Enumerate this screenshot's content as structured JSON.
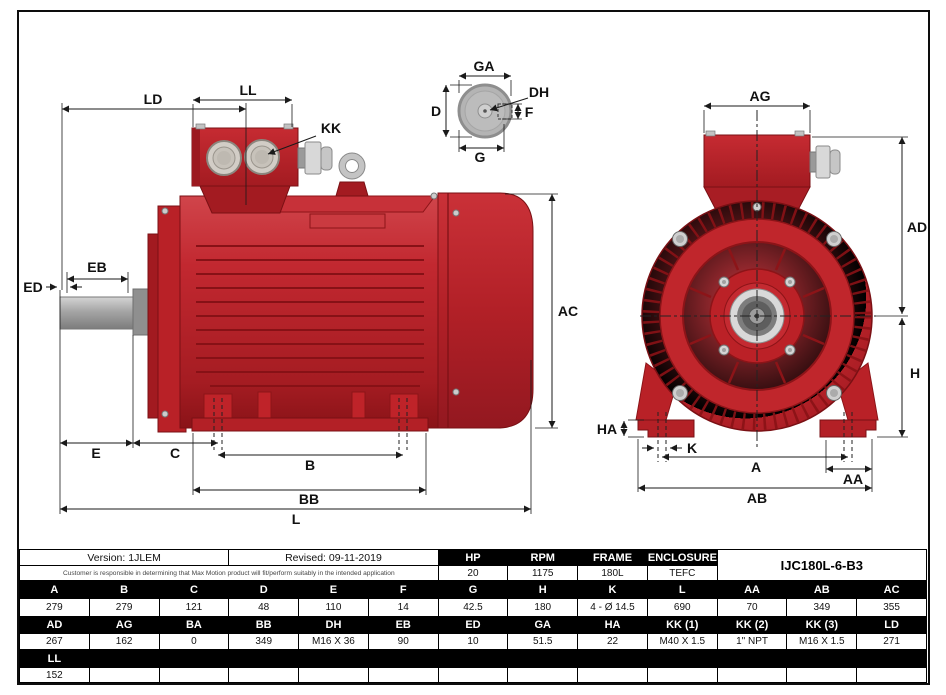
{
  "colors": {
    "motor_red": "#bf2329",
    "motor_red_dark": "#8c1418",
    "metal_gray": "#c9c4bd",
    "table_header_bg": "#000000",
    "table_header_fg": "#ffffff"
  },
  "drawing": {
    "labels": {
      "ld": "LD",
      "ll": "LL",
      "kk": "KK",
      "eb": "EB",
      "ed": "ED",
      "ac": "AC",
      "e": "E",
      "c": "C",
      "b": "B",
      "bb": "BB",
      "l": "L",
      "ga": "GA",
      "d": "D",
      "dh": "DH",
      "f": "F",
      "g": "G",
      "ag": "AG",
      "ad": "AD",
      "h": "H",
      "ha": "HA",
      "k": "K",
      "a": "A",
      "aa": "AA",
      "ab": "AB"
    }
  },
  "titleblock": {
    "version": "Version: 1JLEM",
    "revised": "Revised: 09-11-2019",
    "disclaimer": "Customer is responsible in determining that Max Motion product will fit/perform suitably in the intended application",
    "model": "IJC180L-6-B3",
    "specs": [
      {
        "label": "HP",
        "value": "20"
      },
      {
        "label": "RPM",
        "value": "1175"
      },
      {
        "label": "FRAME",
        "value": "180L"
      },
      {
        "label": "ENCLOSURE",
        "value": "TEFC"
      }
    ]
  },
  "dim_table": {
    "row1_headers": [
      "A",
      "B",
      "C",
      "D",
      "E",
      "F",
      "G",
      "H",
      "K",
      "L",
      "AA",
      "AB",
      "AC"
    ],
    "row1_values": [
      "279",
      "279",
      "121",
      "48",
      "110",
      "14",
      "42.5",
      "180",
      "4 - Ø 14.5",
      "690",
      "70",
      "349",
      "355"
    ],
    "row2_headers": [
      "AD",
      "AG",
      "BA",
      "BB",
      "DH",
      "EB",
      "ED",
      "GA",
      "HA",
      "KK (1)",
      "KK (2)",
      "KK (3)",
      "LD"
    ],
    "row2_values": [
      "267",
      "162",
      "0",
      "349",
      "M16 X 36",
      "90",
      "10",
      "51.5",
      "22",
      "M40 X 1.5",
      "1\" NPT",
      "M16 X 1.5",
      "271"
    ],
    "row3_headers": [
      "LL",
      "",
      "",
      "",
      "",
      "",
      "",
      "",
      "",
      "",
      "",
      "",
      ""
    ],
    "row3_values": [
      "152",
      "",
      "",
      "",
      "",
      "",
      "",
      "",
      "",
      "",
      "",
      "",
      ""
    ]
  }
}
